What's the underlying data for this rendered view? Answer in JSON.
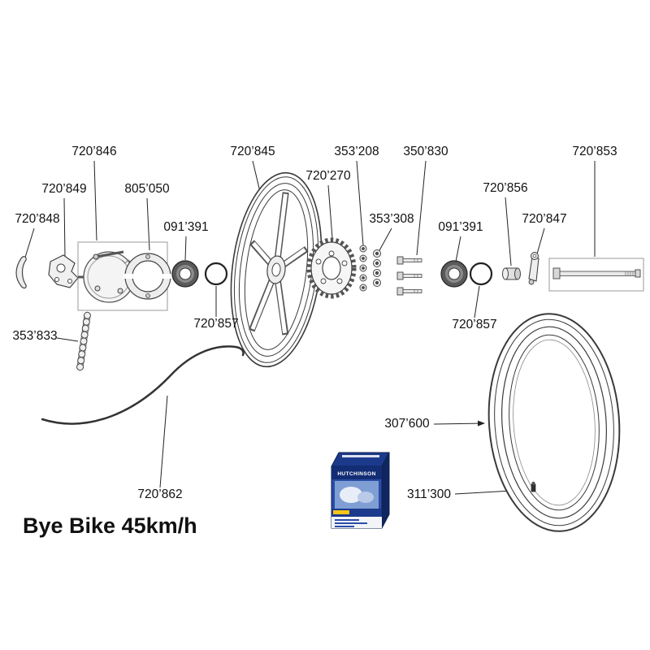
{
  "title": "Bye Bike 45km/h",
  "box": {
    "brand": "HUTCHINSON"
  },
  "labels": {
    "brake_plate": "720’846",
    "bracket": "720’849",
    "brake_shoes": "805’050",
    "clip": "720’848",
    "bearing_left": "091’391",
    "wheel": "720’845",
    "sprocket": "720’270",
    "washers_a": "353’208",
    "bolts": "350’830",
    "washers_b": "353’308",
    "bearing_right": "091’391",
    "spacer": "720’856",
    "lever": "720’847",
    "axle": "720’853",
    "oring_left": "720’857",
    "oring_right": "720’857",
    "chain": "353’833",
    "tire": "307’600",
    "cable": "720’862",
    "tube": "311’300"
  },
  "accent_colors": {
    "line": "#3a3a3a",
    "box_blue": "#1c3a8c"
  }
}
